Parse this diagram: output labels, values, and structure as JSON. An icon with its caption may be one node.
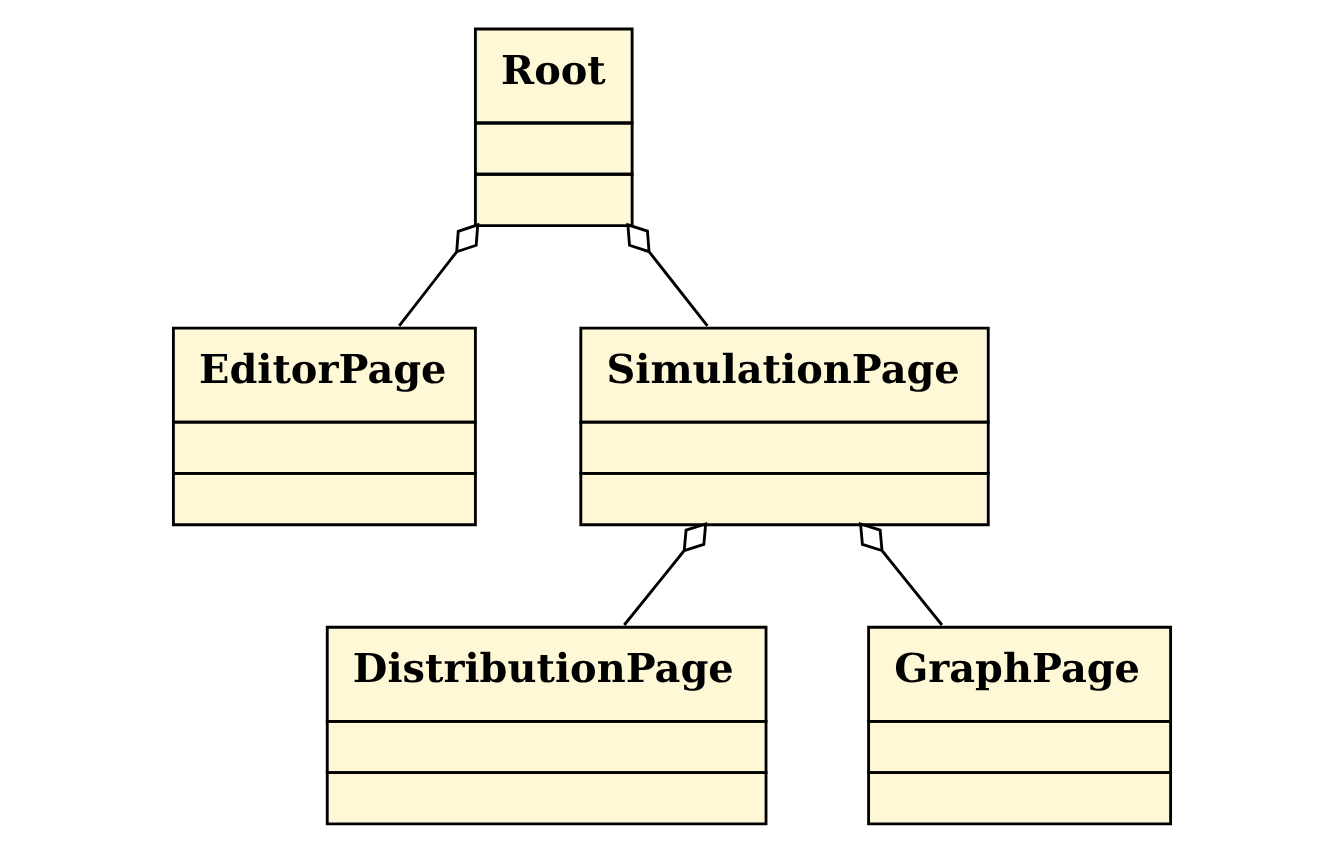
{
  "diagram": {
    "nodes": [
      {
        "text": [
          "Root"
        ]
      },
      {
        "text": [
          "EditorPage"
        ]
      },
      {
        "text": [
          "SimulationPage"
        ]
      },
      {
        "text": [
          "DistributionPage"
        ]
      },
      {
        "text": [
          "GraphPage"
        ]
      }
    ],
    "edges": [
      {
        "from": 0,
        "to": 1,
        "arrow": "other"
      },
      {
        "from": 0,
        "to": 2,
        "arrow": "other"
      },
      {
        "from": 2,
        "to": 3,
        "arrow": "other"
      },
      {
        "from": 2,
        "to": 4,
        "arrow": "other"
      }
    ]
  }
}
